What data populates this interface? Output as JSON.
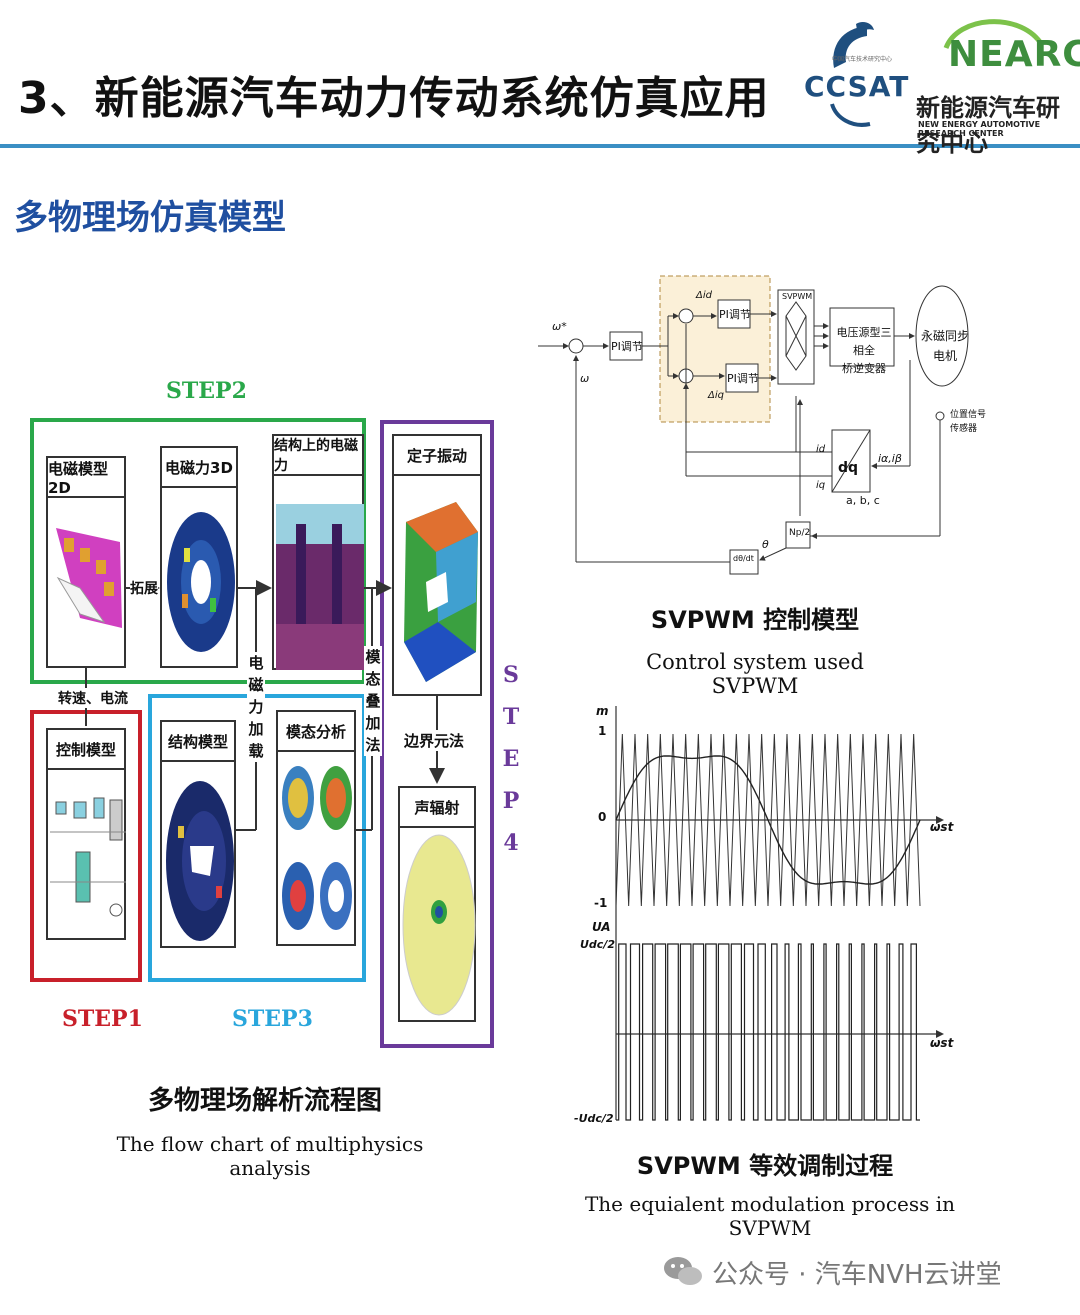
{
  "header": {
    "title": "3、新能源汽车动力传动系统仿真应用",
    "ccsat_name": "CCSAT",
    "ccsat_small": "中国汽车技术研究中心",
    "nearc_name": "NEARC",
    "nearc_cn": "新能源汽车研究中心",
    "nearc_en": "NEW ENERGY AUTOMOTIVE RESEARCH CENTER"
  },
  "subtitle": "多物理场仿真模型",
  "flow": {
    "step1": "STEP1",
    "step2": "STEP2",
    "step3": "STEP3",
    "step4_letters": [
      "S",
      "T",
      "E",
      "P",
      "4"
    ],
    "panels": {
      "em2d": "电磁模型2D",
      "emf3d": "电磁力3D",
      "em_on_struct": "结构上的电磁力",
      "stator_vib": "定子振动",
      "control": "控制模型",
      "struct": "结构模型",
      "modal": "模态分析",
      "radiation": "声辐射"
    },
    "labels": {
      "expand": "拓展",
      "speed_current": "转速、电流",
      "emf_load": [
        "电",
        "磁",
        "力",
        "加",
        "载"
      ],
      "modal_super": [
        "模",
        "态",
        "叠",
        "加",
        "法"
      ],
      "bem": "边界元法"
    },
    "caption_cn": "多物理场解析流程图",
    "caption_en": "The flow chart of multiphysics analysis"
  },
  "control_diagram": {
    "pi_main": "PI调节",
    "pi_d": "PI调节",
    "pi_q": "PI调节",
    "svpwm": "SVPWM",
    "inverter": [
      "电压源型三相全",
      "桥逆变器"
    ],
    "motor": [
      "永磁同步",
      "电机"
    ],
    "sensor": [
      "位置信号",
      "传感器"
    ],
    "dq": "dq",
    "abc": "a, b, c",
    "idq": "iα,iβ",
    "np2": "Np/2",
    "ddt": "dθ/dt",
    "omega_ref": "ω*",
    "omega": "ω",
    "theta": "θ",
    "did": "Δid",
    "diq": "Δiq",
    "id": "id",
    "iq": "iq",
    "caption_cn": "SVPWM 控制模型",
    "caption_en": "Control system used SVPWM"
  },
  "modulation_chart": {
    "m_label": "m",
    "tick_1": "1",
    "tick_0": "0",
    "tick_m1": "-1",
    "x_label": "ωst",
    "ua_label": "UA",
    "udc_pos": "Udc/2",
    "udc_neg": "-Udc/2",
    "x_label2": "ωst",
    "caption_cn": "SVPWM 等效调制过程",
    "caption_en": "The equialent modulation process in SVPWM"
  },
  "footer": "公众号 · 汽车NVH云讲堂",
  "colors": {
    "step1": "#c8202a",
    "step2": "#2aa84a",
    "step3": "#29a6dc",
    "step4": "#6a3a9a",
    "title_line": "#3a8fc4",
    "subtitle": "#1f4fa0",
    "dashed_box": "#fbf0d8"
  }
}
